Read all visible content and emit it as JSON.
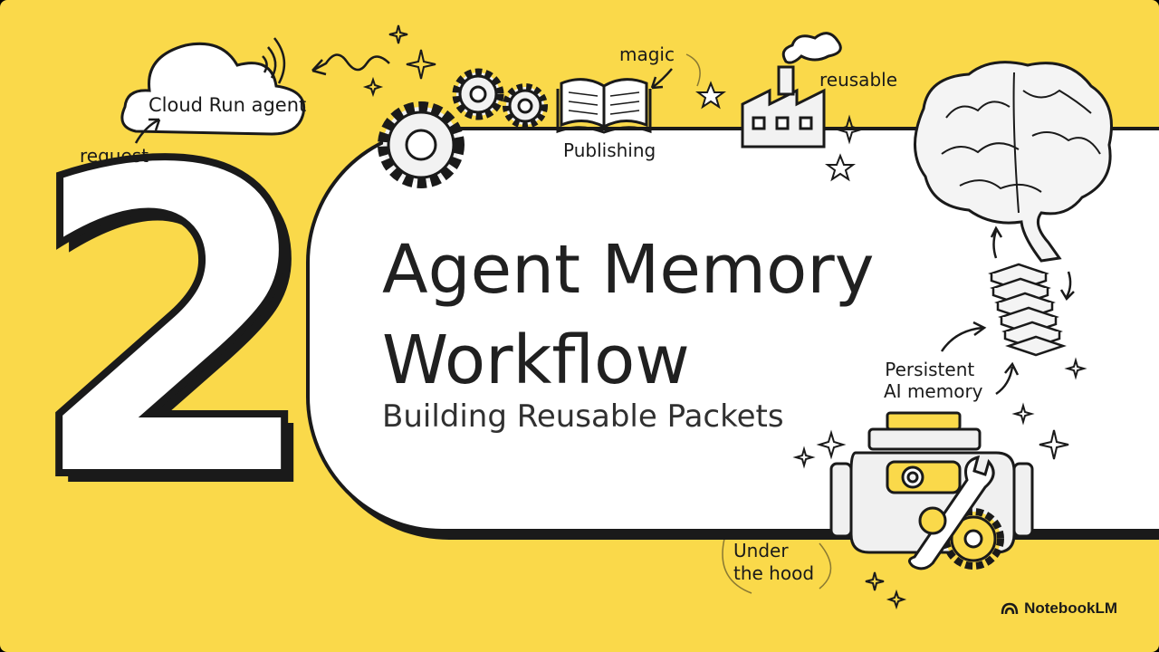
{
  "slide": {
    "number": "2",
    "title_line1": "Agent Memory",
    "title_line2": "Workflow",
    "subtitle": "Building Reusable Packets"
  },
  "labels": {
    "cloud": "Cloud Run agent",
    "request": "request",
    "magic": "magic",
    "publishing": "Publishing",
    "reusable": "reusable",
    "persistent_1": "Persistent",
    "persistent_2": "AI memory",
    "under_1": "Under",
    "under_2": "the hood"
  },
  "brand": {
    "name": "NotebookLM",
    "icon": "notebooklm-logo-icon"
  },
  "colors": {
    "background": "#FAD94A",
    "panel": "#FFFFFF",
    "ink": "#1A1A1A"
  }
}
